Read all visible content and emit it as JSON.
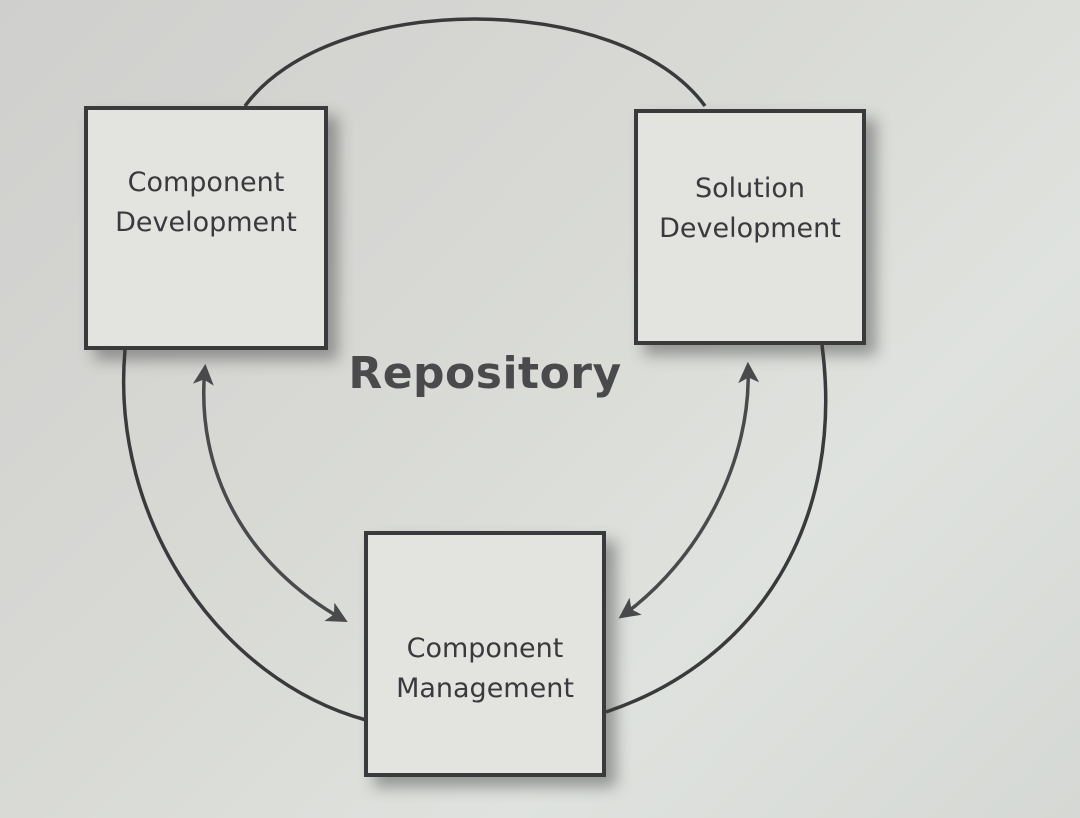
{
  "diagram": {
    "center_label": "Repository",
    "boxes": {
      "component_development": "Component\nDevelopment",
      "solution_development": "Solution\nDevelopment",
      "component_management": "Component\nManagement"
    },
    "colors": {
      "line": "#3a3a3c",
      "box_fill": "#e3e4e0",
      "text": "#3a3a3e",
      "center_text": "#4a4a4d"
    }
  }
}
